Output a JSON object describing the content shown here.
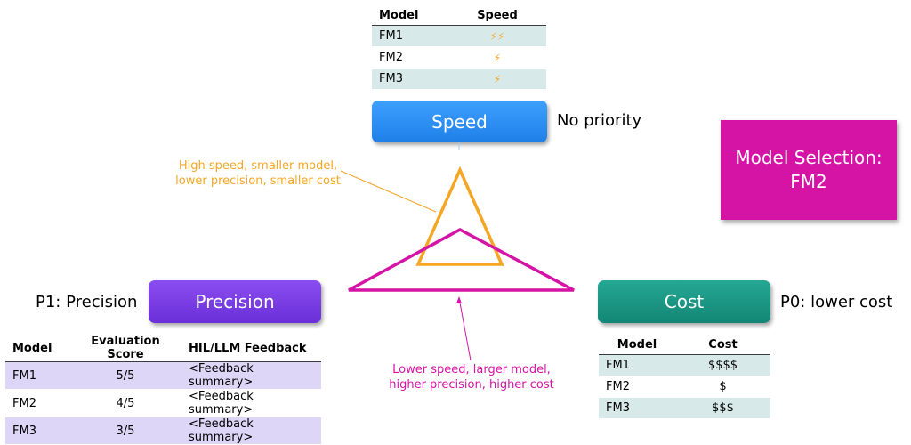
{
  "colors": {
    "speed_accent": "#2f8ef5",
    "precision_accent": "#7b3fe4",
    "cost_accent": "#1a9b87",
    "selection_accent": "#d514a6",
    "speed_note": "#f5a623",
    "precision_note": "#d514a6",
    "speed_row": "#d8e9ea",
    "precision_row": "#ddd6f7",
    "cost_row": "#d8e9ea"
  },
  "speed": {
    "label": "Speed",
    "priority": "No priority",
    "table": {
      "headers": [
        "Model",
        "Speed"
      ],
      "rows": [
        {
          "model": "FM1",
          "speed": "⚡⚡",
          "speed_level": 2
        },
        {
          "model": "FM2",
          "speed": "⚡",
          "speed_level": 1
        },
        {
          "model": "FM3",
          "speed": "⚡",
          "speed_level": 1
        }
      ]
    }
  },
  "precision": {
    "label": "Precision",
    "priority": "P1: Precision",
    "table": {
      "headers": [
        "Model",
        "Evaluation Score",
        "HIL/LLM Feedback"
      ],
      "rows": [
        {
          "model": "FM1",
          "score": "5/5",
          "feedback": "<Feedback summary>"
        },
        {
          "model": "FM2",
          "score": "4/5",
          "feedback": "<Feedback summary>"
        },
        {
          "model": "FM3",
          "score": "3/5",
          "feedback": "<Feedback summary>"
        }
      ]
    }
  },
  "cost": {
    "label": "Cost",
    "priority": "P0: lower cost",
    "table": {
      "headers": [
        "Model",
        "Cost"
      ],
      "rows": [
        {
          "model": "FM1",
          "cost": "$$$$"
        },
        {
          "model": "FM2",
          "cost": "$"
        },
        {
          "model": "FM3",
          "cost": "$$$"
        }
      ]
    }
  },
  "selection": {
    "line1": "Model Selection:",
    "line2": "FM2"
  },
  "notes": {
    "speed_tradeoff": [
      "High speed, smaller model,",
      "lower precision, smaller cost"
    ],
    "precision_tradeoff": [
      "Lower speed, larger model,",
      "higher precision, higher cost"
    ]
  }
}
